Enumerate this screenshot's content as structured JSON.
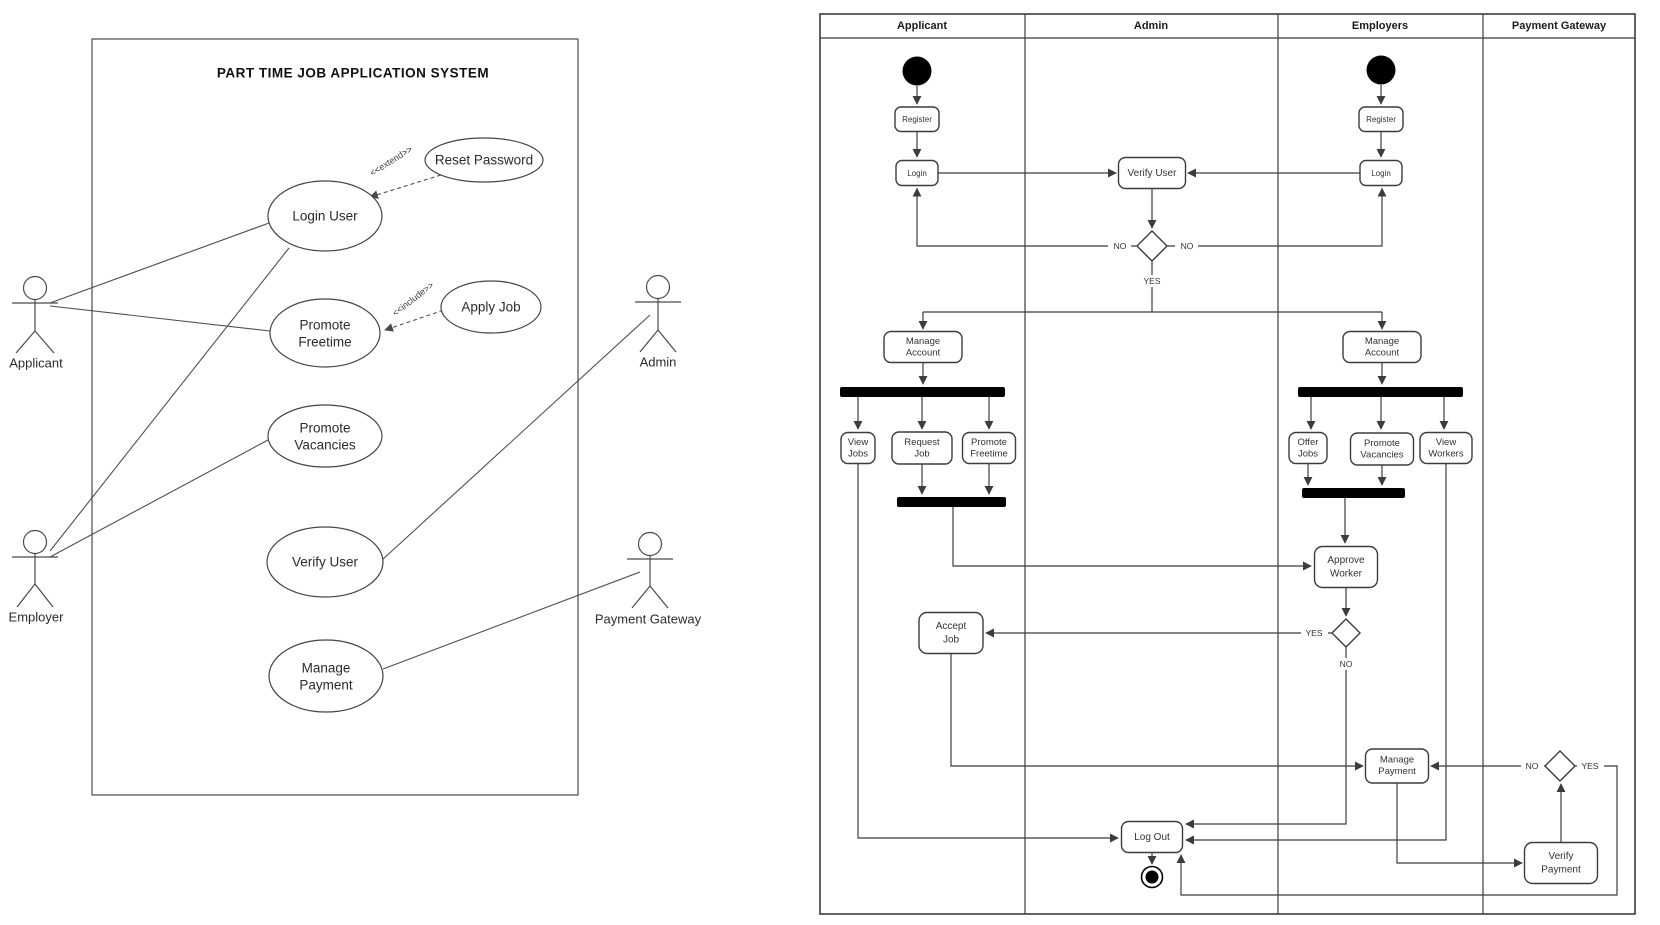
{
  "use_case_diagram": {
    "title": "PART TIME JOB APPLICATION SYSTEM",
    "actors": {
      "applicant": {
        "label": "Applicant"
      },
      "employer": {
        "label": "Employer"
      },
      "admin": {
        "label": "Admin"
      },
      "payment_gateway": {
        "label": "Payment Gateway"
      }
    },
    "use_cases": {
      "login_user": {
        "label": "Login User"
      },
      "reset_password": {
        "label": "Reset Password"
      },
      "promote_freetime": {
        "l1": "Promote",
        "l2": "Freetime"
      },
      "apply_job": {
        "label": "Apply Job"
      },
      "promote_vacancies": {
        "l1": "Promote",
        "l2": "Vacancies"
      },
      "verify_user": {
        "label": "Verify User"
      },
      "manage_payment": {
        "l1": "Manage",
        "l2": "Payment"
      }
    },
    "stereotypes": {
      "extend": "<<extend>>",
      "include": "<<include>>"
    }
  },
  "activity_diagram": {
    "lanes": {
      "applicant": {
        "label": "Applicant"
      },
      "admin": {
        "label": "Admin"
      },
      "employers": {
        "label": "Employers"
      },
      "payment_gateway": {
        "label": "Payment Gateway"
      }
    },
    "applicant": {
      "register": {
        "label": "Register"
      },
      "login": {
        "label": "Login"
      },
      "manage_account": {
        "l1": "Manage",
        "l2": "Account"
      },
      "view_jobs": {
        "l1": "View",
        "l2": "Jobs"
      },
      "request_job": {
        "l1": "Request",
        "l2": "Job"
      },
      "promote_freetime": {
        "l1": "Promote",
        "l2": "Freetime"
      }
    },
    "admin": {
      "verify_user": {
        "label": "Verify User"
      },
      "accept_job": {
        "l1": "Accept",
        "l2": "Job"
      },
      "log_out": {
        "label": "Log Out"
      }
    },
    "employers": {
      "register": {
        "label": "Register"
      },
      "login": {
        "label": "Login"
      },
      "manage_account": {
        "l1": "Manage",
        "l2": "Account"
      },
      "offer_jobs": {
        "l1": "Offer",
        "l2": "Jobs"
      },
      "promote_vacancies": {
        "l1": "Promote",
        "l2": "Vacancies"
      },
      "view_workers": {
        "l1": "View",
        "l2": "Workers"
      },
      "approve_worker": {
        "l1": "Approve",
        "l2": "Worker"
      },
      "manage_payment": {
        "l1": "Manage",
        "l2": "Payment"
      }
    },
    "payment_gateway": {
      "verify_payment": {
        "l1": "Verify",
        "l2": "Payment"
      }
    },
    "decisions": {
      "verify_user": {
        "no_left": "NO",
        "no_right": "NO",
        "yes": "YES"
      },
      "approve_worker": {
        "yes": "YES",
        "no": "NO"
      },
      "payment": {
        "no": "NO",
        "yes": "YES"
      }
    }
  }
}
